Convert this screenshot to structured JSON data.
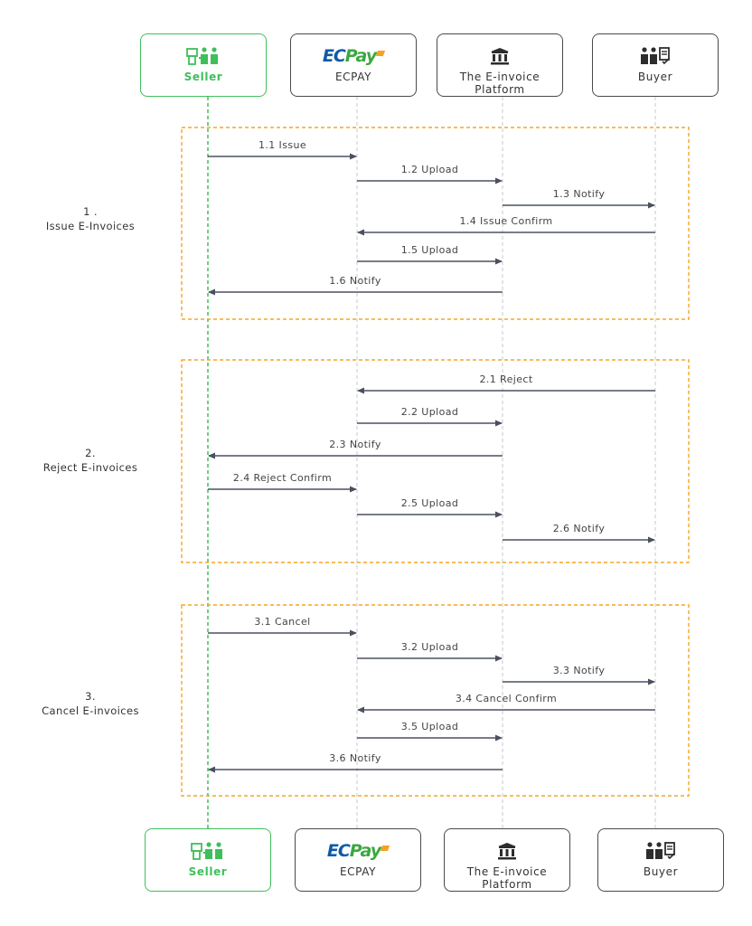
{
  "actors": {
    "seller": "Seller",
    "ecpay": "ECPAY",
    "ecpay_logo_ec": "EC",
    "ecpay_logo_pay": "Pay",
    "platform_line1": "The E-invoice",
    "platform_line2": "Platform",
    "buyer": "Buyer"
  },
  "colors": {
    "seller_green": "#3fbf5a",
    "section_border": "#f5a623",
    "arrow": "#4a5060",
    "lifeline": "#c8c8c8"
  },
  "icons": {
    "seller": "seller-shop-icon",
    "ecpay": "ecpay-logo",
    "platform": "building-icon",
    "buyer": "buyer-receipt-icon"
  },
  "sections": [
    {
      "label_line1": "1 .",
      "label_line2": "Issue E-Invoices",
      "messages": [
        {
          "text": "1.1 Issue",
          "from": "seller",
          "to": "ecpay"
        },
        {
          "text": "1.2 Upload",
          "from": "ecpay",
          "to": "platform"
        },
        {
          "text": "1.3 Notify",
          "from": "platform",
          "to": "buyer"
        },
        {
          "text": "1.4 Issue Confirm",
          "from": "buyer",
          "to": "ecpay"
        },
        {
          "text": "1.5 Upload",
          "from": "ecpay",
          "to": "platform"
        },
        {
          "text": "1.6 Notify",
          "from": "platform",
          "to": "seller"
        }
      ]
    },
    {
      "label_line1": "2.",
      "label_line2": "Reject E-invoices",
      "messages": [
        {
          "text": "2.1 Reject",
          "from": "buyer",
          "to": "ecpay"
        },
        {
          "text": "2.2 Upload",
          "from": "ecpay",
          "to": "platform"
        },
        {
          "text": "2.3 Notify",
          "from": "platform",
          "to": "seller"
        },
        {
          "text": "2.4 Reject Confirm",
          "from": "seller",
          "to": "ecpay"
        },
        {
          "text": "2.5 Upload",
          "from": "ecpay",
          "to": "platform"
        },
        {
          "text": "2.6 Notify",
          "from": "platform",
          "to": "buyer"
        }
      ]
    },
    {
      "label_line1": "3.",
      "label_line2": "Cancel E-invoices",
      "messages": [
        {
          "text": "3.1 Cancel",
          "from": "seller",
          "to": "ecpay"
        },
        {
          "text": "3.2 Upload",
          "from": "ecpay",
          "to": "platform"
        },
        {
          "text": "3.3 Notify",
          "from": "platform",
          "to": "buyer"
        },
        {
          "text": "3.4 Cancel Confirm",
          "from": "buyer",
          "to": "ecpay"
        },
        {
          "text": "3.5 Upload",
          "from": "ecpay",
          "to": "platform"
        },
        {
          "text": "3.6 Notify",
          "from": "platform",
          "to": "seller"
        }
      ]
    }
  ]
}
